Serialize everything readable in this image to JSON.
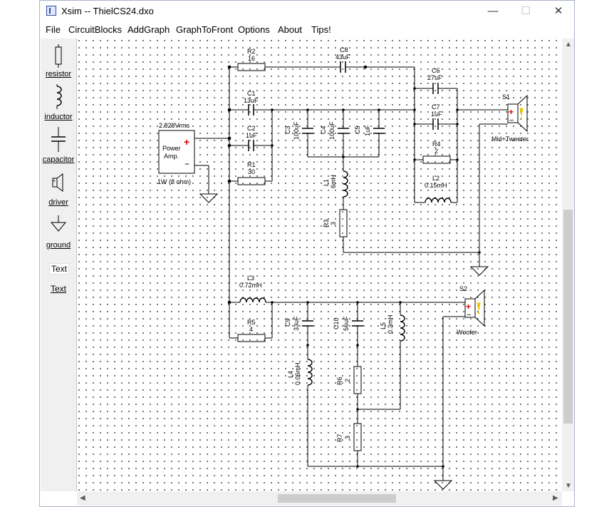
{
  "window": {
    "title": "Xsim -- ThielCS24.dxo",
    "minimize_glyph": "—",
    "maximize_glyph": "☐",
    "close_glyph": "✕"
  },
  "menu": [
    "File",
    "CircuitBlocks",
    "AddGraph",
    "GraphToFront",
    "Options",
    "About",
    "Tips!"
  ],
  "toolbox": {
    "resistor": "resistor",
    "inductor": "inductor",
    "capacitor": "capacitor",
    "driver": "driver",
    "ground": "ground",
    "text_box": "Text",
    "text": "Text"
  },
  "schematic": {
    "amp": {
      "vrms": "2.828Vrms",
      "plus": "+",
      "minus": "−",
      "name_line1": "Power",
      "name_line2": "Amp.",
      "load": "1W (8 ohm)"
    },
    "R2": {
      "name": "R2",
      "value": "16"
    },
    "C8": {
      "name": "C8",
      "value": "43uF"
    },
    "C1": {
      "name": "C1",
      "value": "13uF"
    },
    "C2": {
      "name": "C2",
      "value": "1uF"
    },
    "R1": {
      "name": "R1",
      "value": "30"
    },
    "C3": {
      "name": "C3",
      "value": "100uF"
    },
    "C4": {
      "name": "C4",
      "value": "100uF"
    },
    "C5": {
      "name": "C5",
      "value": "1uF"
    },
    "L1": {
      "name": "L1",
      "value": "6mH"
    },
    "R3": {
      "name": "R3",
      "value": "3"
    },
    "C6": {
      "name": "C6",
      "value": "27uF"
    },
    "C7": {
      "name": "C7",
      "value": "1uF"
    },
    "R4": {
      "name": "R4",
      "value": "2"
    },
    "L2": {
      "name": "L2",
      "value": "0.15mH"
    },
    "S1": {
      "name": "S1",
      "label": "Mid+Tweeter"
    },
    "L3": {
      "name": "L3",
      "value": "0.72mH"
    },
    "R5": {
      "name": "R5",
      "value": "4"
    },
    "C9": {
      "name": "C9",
      "value": "33uF"
    },
    "C10": {
      "name": "C10",
      "value": "56uF"
    },
    "L5": {
      "name": "L5",
      "value": "0.3mH"
    },
    "L4": {
      "name": "L4",
      "value": "0.06mH"
    },
    "R6": {
      "name": "R6",
      "value": "2"
    },
    "R7": {
      "name": "R7",
      "value": "3"
    },
    "S2": {
      "name": "S2",
      "label": "Woofer"
    }
  },
  "colors": {
    "wire": "#000000",
    "plus": "#e00000",
    "driver_mark": "#e8c400"
  }
}
